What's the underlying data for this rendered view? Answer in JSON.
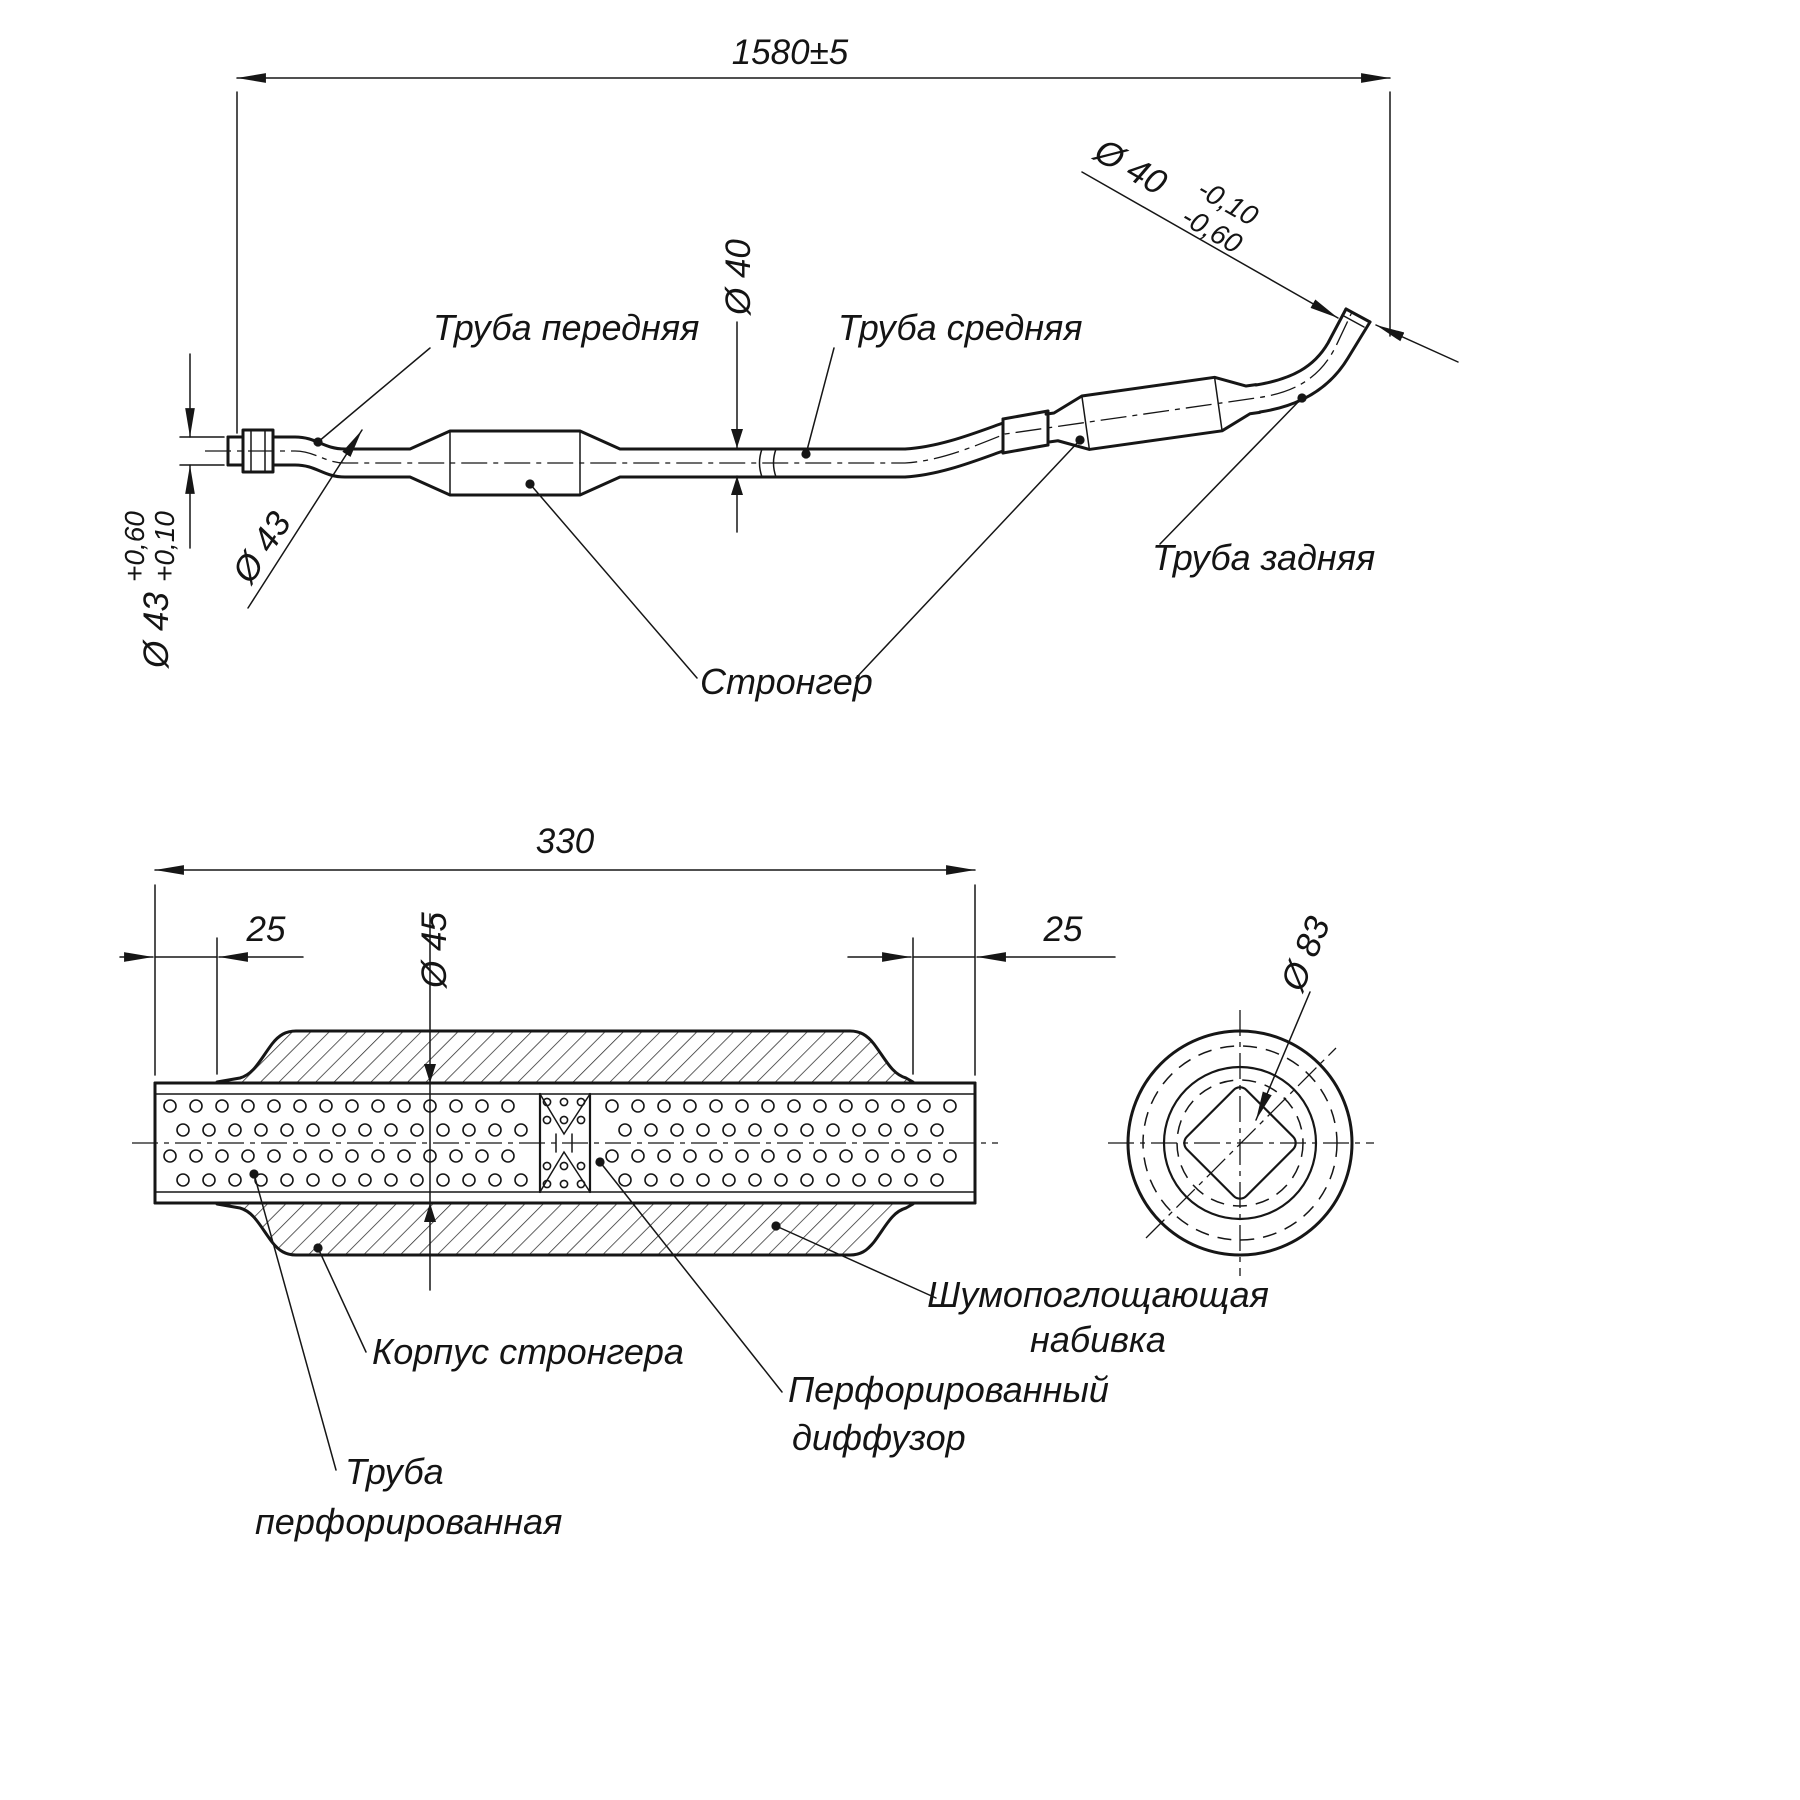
{
  "sheet": {
    "bg": "#ffffff",
    "ink": "#161616"
  },
  "top_view": {
    "dim_overall": "1580±5",
    "dim_middle_pipe": "Ø 40",
    "dim_front_pipe": "Ø 43",
    "dim_front_pipe_main": "Ø 43",
    "dim_front_tol_upper": "+0,60",
    "dim_front_tol_lower": "+0,10",
    "dim_rear_pipe": "Ø 40",
    "dim_rear_tol_upper": "-0,10",
    "dim_rear_tol_lower": "-0,60",
    "label_front_pipe": "Труба передняя",
    "label_middle_pipe": "Труба средняя",
    "label_rear_pipe": "Труба задняя",
    "label_resonator": "Стронгер"
  },
  "section_view": {
    "dim_length": "330",
    "dim_left_offset": "25",
    "dim_right_offset": "25",
    "dim_pipe_dia": "Ø 45",
    "dim_shell_dia": "Ø 83",
    "label_body": "Корпус стронгера",
    "label_padding_1": "Шумопоглощающая",
    "label_padding_2": "набивка",
    "label_diffuser_1": "Перфорированный",
    "label_diffuser_2": "диффузор",
    "label_perf_pipe_1": "Труба",
    "label_perf_pipe_2": "перфорированная"
  }
}
